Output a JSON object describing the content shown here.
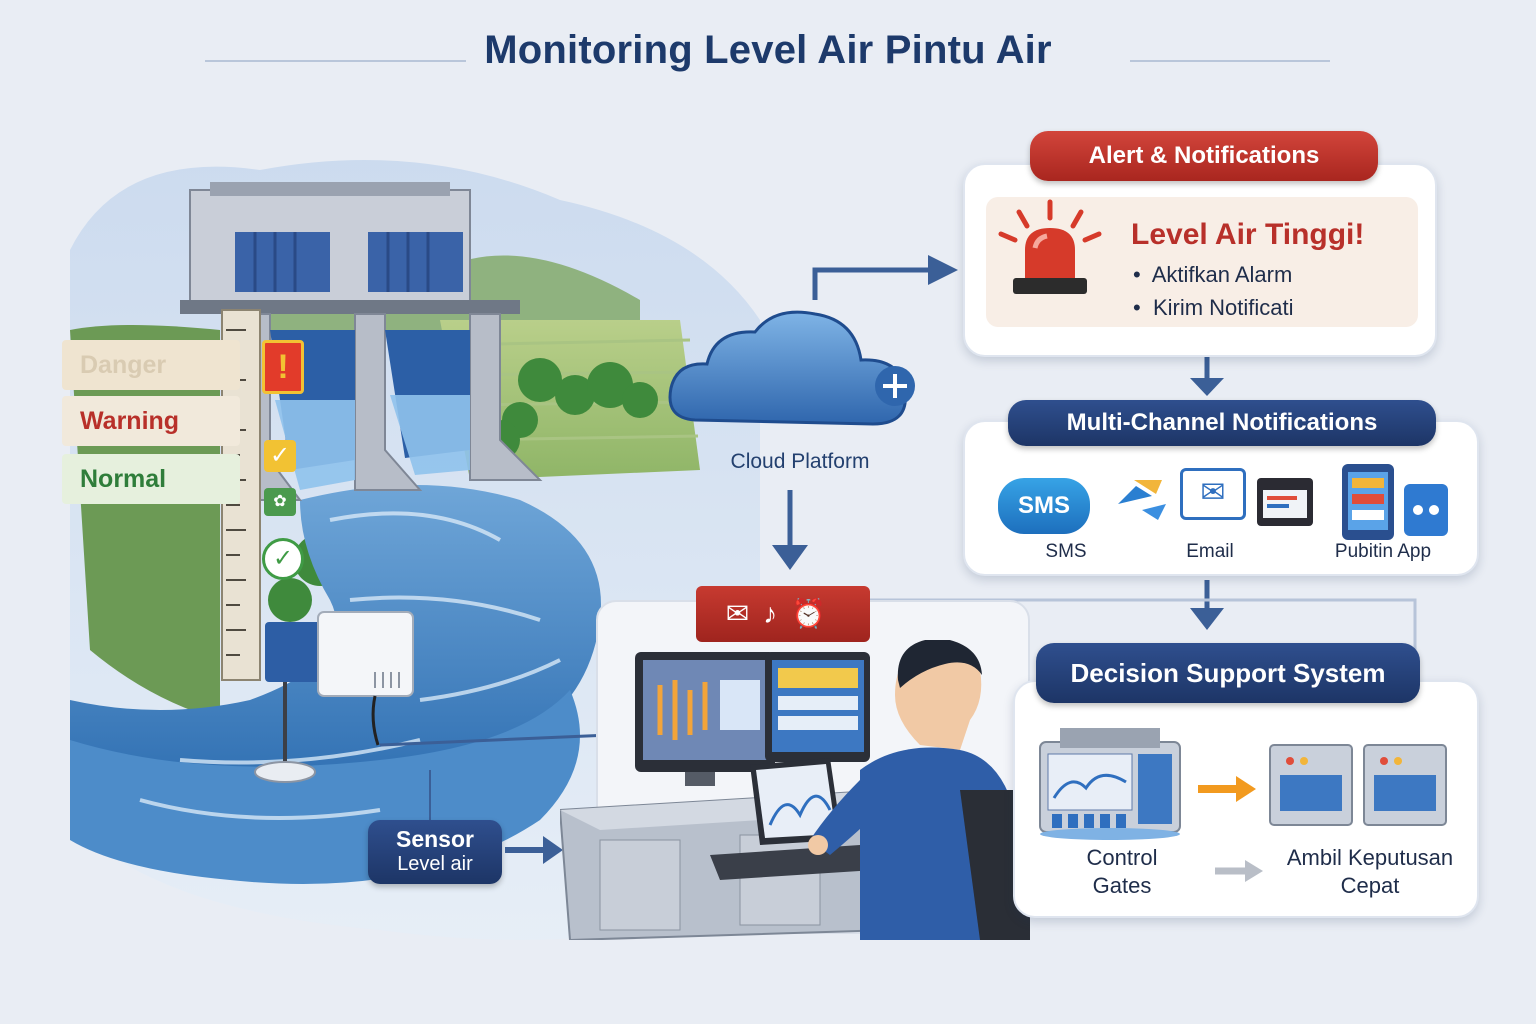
{
  "title": "Monitoring Level Air Pintu Air",
  "levels": {
    "danger": "Danger",
    "warning": "Warning",
    "normal": "Normal"
  },
  "alert": {
    "header": "Alert & Notifications",
    "headline": "Level Air Tinggi!",
    "actions": [
      "Aktifkan Alarm",
      "Kirim Notificati"
    ]
  },
  "cloud": {
    "label": "Cloud Platform"
  },
  "channels": {
    "header": "Multi-Channel Notifications",
    "sms_badge": "SMS",
    "sms": "SMS",
    "email": "Email",
    "app": "Pubitin App"
  },
  "dss": {
    "header": "Decision Support System",
    "control": "Control\nGates",
    "decide": "Ambil Keputusan\nCepat"
  },
  "sensor": {
    "title": "Sensor",
    "subtitle": "Level air"
  },
  "colors": {
    "navy": "#1d3566",
    "alert_red": "#b8302a",
    "water_blue": "#3f87c8",
    "normal_green": "#2f7d3a"
  }
}
